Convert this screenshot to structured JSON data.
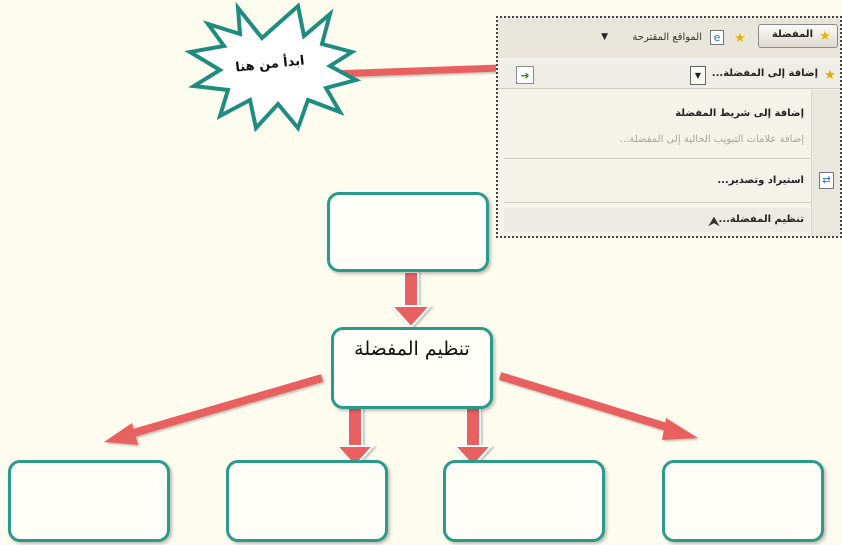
{
  "callout": {
    "text": "ابدأ من هنا"
  },
  "toolbar": {
    "favorites_label": "المفضلة",
    "suggested_sites_label": "المواقع المقترحة",
    "add_to_favorites_label": "إضافة إلى المفضلة..."
  },
  "menu": {
    "items": [
      {
        "label": "إضافة إلى شريط المفضلة"
      },
      {
        "label": "إضافة علامات التبويب الحالية إلى المفضلة..."
      },
      {
        "label": "استيراد وتصدير..."
      },
      {
        "label": "تنظيم المفضلة..."
      }
    ]
  },
  "diagram": {
    "center_label": "تنظيم المفضلة"
  },
  "colors": {
    "box_border": "#2a9a8a",
    "arrow": "#e86060",
    "background": "#fefcee"
  }
}
